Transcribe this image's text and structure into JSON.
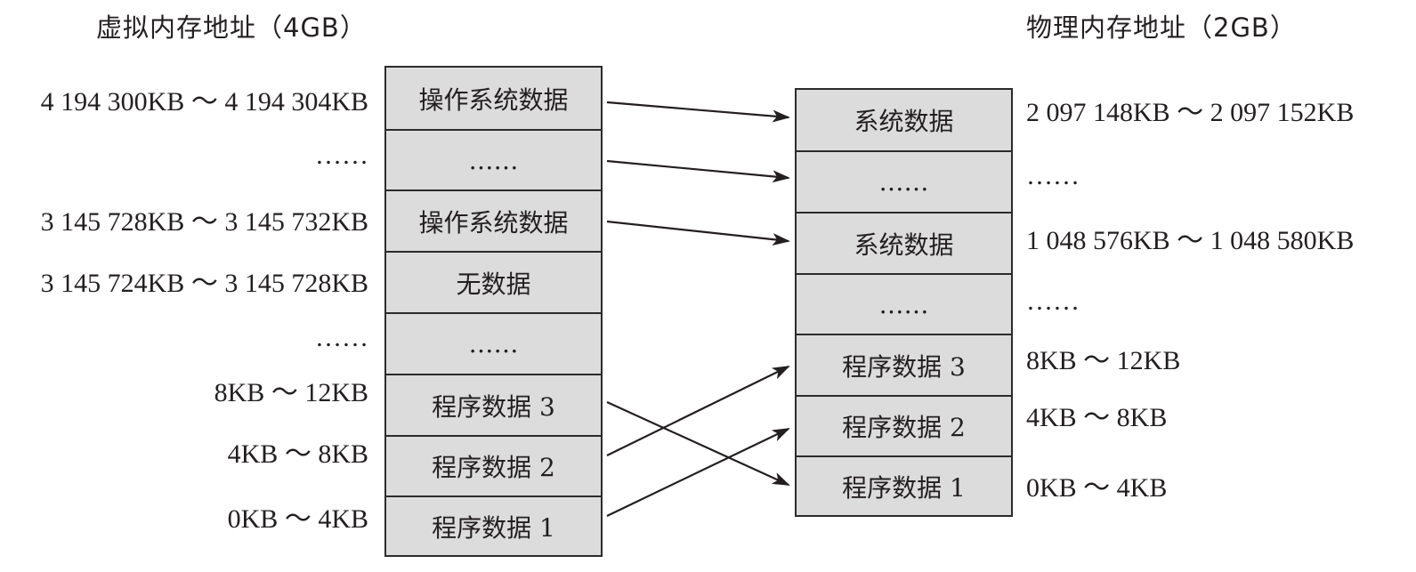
{
  "virtual": {
    "title": "虚拟内存地址（4GB）",
    "blocks": [
      {
        "label": "操作系统数据",
        "address": "4 194 300KB ～ 4 194 304KB"
      },
      {
        "label": "……",
        "address": "……"
      },
      {
        "label": "操作系统数据",
        "address": "3 145 728KB ～ 3 145 732KB"
      },
      {
        "label": "无数据",
        "address": "3 145 724KB ～ 3 145 728KB"
      },
      {
        "label": "……",
        "address": "……"
      },
      {
        "label": "程序数据 3",
        "address": "8KB ～ 12KB"
      },
      {
        "label": "程序数据 2",
        "address": "4KB ～ 8KB"
      },
      {
        "label": "程序数据 1",
        "address": "0KB ～ 4KB"
      }
    ]
  },
  "physical": {
    "title": "物理内存地址（2GB）",
    "blocks": [
      {
        "label": "系统数据",
        "address": "2 097 148KB ～ 2 097 152KB"
      },
      {
        "label": "……",
        "address": "……"
      },
      {
        "label": "系统数据",
        "address": "1 048 576KB ～ 1 048 580KB"
      },
      {
        "label": "……",
        "address": "……"
      },
      {
        "label": "程序数据 3",
        "address": "8KB ～ 12KB"
      },
      {
        "label": "程序数据 2",
        "address": "4KB ～ 8KB"
      },
      {
        "label": "程序数据 1",
        "address": "0KB ～ 4KB"
      }
    ]
  },
  "mappings": [
    {
      "from": "虚拟: 操作系统数据 (4 194 300KB ～ 4 194 304KB)",
      "to": "物理: 系统数据 (2 097 148KB ～ 2 097 152KB)"
    },
    {
      "from": "虚拟: ……",
      "to": "物理: ……"
    },
    {
      "from": "虚拟: 操作系统数据 (3 145 728KB ～ 3 145 732KB)",
      "to": "物理: 系统数据 (1 048 576KB ～ 1 048 580KB)"
    },
    {
      "from": "虚拟: 程序数据 3",
      "to": "物理: 程序数据 1"
    },
    {
      "from": "虚拟: 程序数据 2",
      "to": "物理: 程序数据 3"
    },
    {
      "from": "虚拟: 程序数据 1",
      "to": "物理: 程序数据 2"
    }
  ],
  "colors": {
    "cell_fill": "#dcdcdc",
    "stroke": "#2b2b2b",
    "text": "#231f20"
  }
}
